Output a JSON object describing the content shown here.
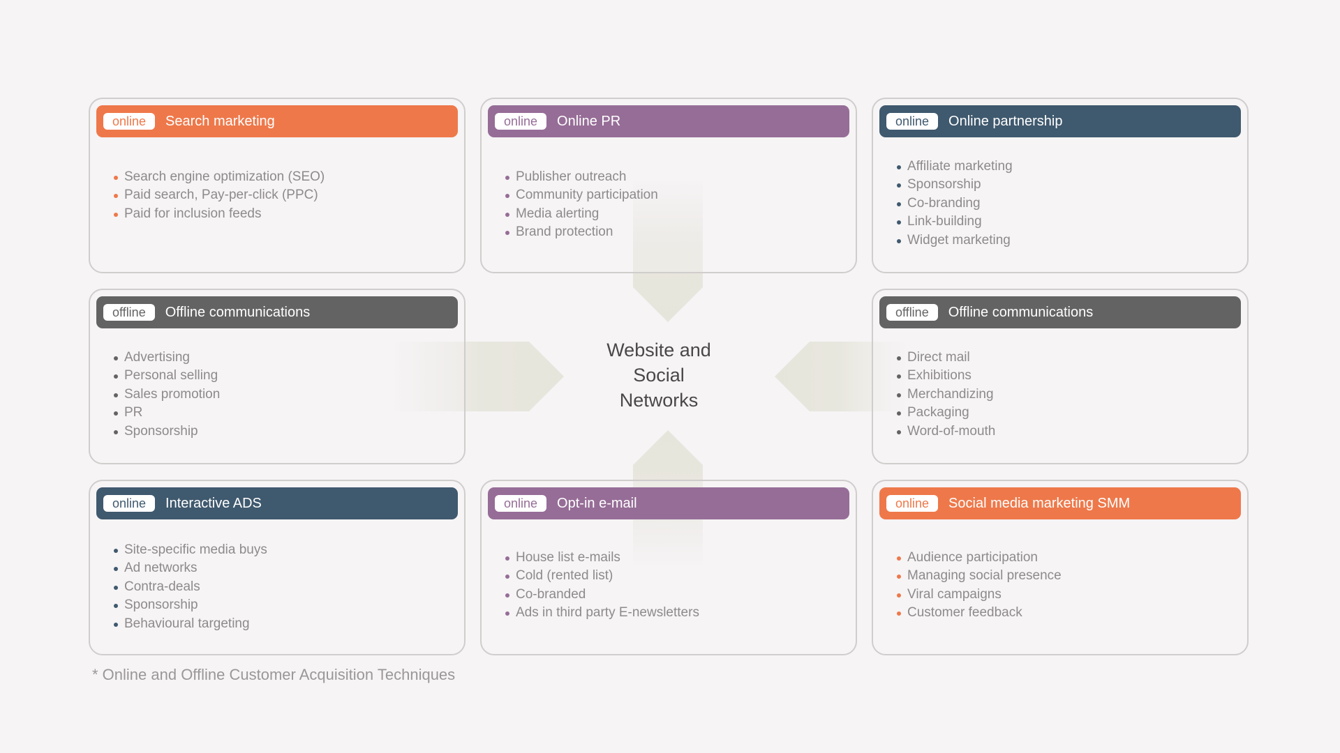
{
  "center": {
    "lines": [
      "Website and",
      "Social",
      "Networks"
    ]
  },
  "colors": {
    "orange": "#ee784a",
    "purple": "#966d97",
    "navy": "#3f596e",
    "gray": "#646363",
    "item_text": "#8e8a8c",
    "arrow_fill": "#e6e5db"
  },
  "cards": [
    {
      "tag": "online",
      "title": "Search marketing",
      "color": "#ee784a",
      "items": [
        "Search engine optimization (SEO)",
        "Paid search, Pay-per-click (PPC)",
        "Paid for inclusion feeds"
      ]
    },
    {
      "tag": "online",
      "title": "Online PR",
      "color": "#966d97",
      "items": [
        "Publisher outreach",
        "Community participation",
        "Media alerting",
        "Brand protection"
      ]
    },
    {
      "tag": "online",
      "title": "Online partnership",
      "color": "#3f596e",
      "items": [
        "Affiliate marketing",
        "Sponsorship",
        "Co-branding",
        "Link-building",
        "Widget marketing"
      ]
    },
    {
      "tag": "offline",
      "title": "Offline communications",
      "color": "#646363",
      "items": [
        "Advertising",
        "Personal selling",
        "Sales promotion",
        "PR",
        "Sponsorship"
      ]
    },
    {
      "tag": "offline",
      "title": "Offline communications",
      "color": "#646363",
      "items": [
        "Direct mail",
        "Exhibitions",
        "Merchandizing",
        "Packaging",
        "Word-of-mouth"
      ]
    },
    {
      "tag": "online",
      "title": "Interactive ADS",
      "color": "#3f596e",
      "items": [
        "Site-specific media buys",
        "Ad networks",
        "Contra-deals",
        "Sponsorship",
        "Behavioural targeting"
      ]
    },
    {
      "tag": "online",
      "title": "Opt-in e-mail",
      "color": "#966d97",
      "items": [
        "House list e-mails",
        "Cold (rented list)",
        "Co-branded",
        "Ads in third party E-newsletters"
      ]
    },
    {
      "tag": "online",
      "title": "Social media marketing SMM",
      "color": "#ee784a",
      "items": [
        "Audience participation",
        "Managing social presence",
        "Viral campaigns",
        "Customer feedback"
      ]
    }
  ],
  "footnote": "* Online and Offline Customer Acquisition Techniques"
}
